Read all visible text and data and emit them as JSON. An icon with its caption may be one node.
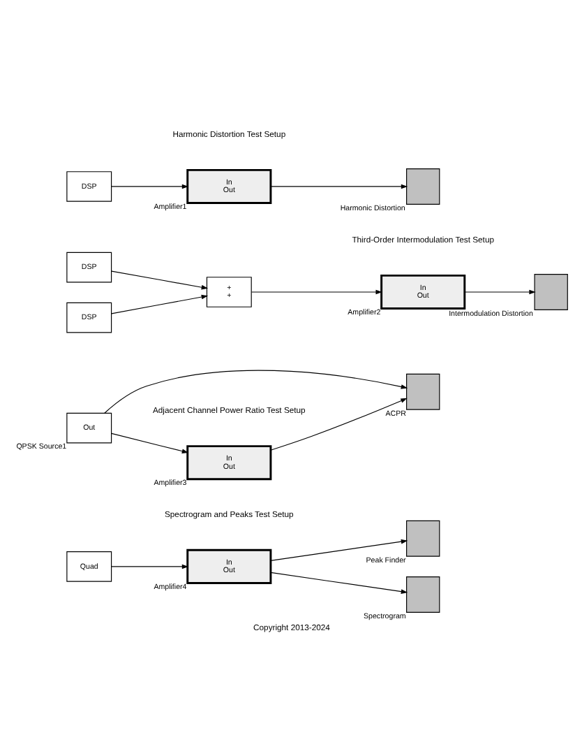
{
  "diagram": {
    "caption": "Copyright 2013-2024",
    "nodes": [
      {
        "text": [
          "DSP"
        ]
      },
      {
        "text": [
          "In",
          "Out"
        ],
        "beside": [
          "Amplifier1"
        ]
      },
      {
        "text": [],
        "shape": "box",
        "beside": [
          "Harmonic Distortion"
        ]
      },
      {
        "text": [
          "DSP"
        ]
      },
      {
        "text": [
          "DSP"
        ]
      },
      {
        "text": [
          "+",
          "+"
        ]
      },
      {
        "text": [
          "In",
          "Out"
        ],
        "beside": [
          "Amplifier2"
        ]
      },
      {
        "text": [],
        "shape": "box",
        "beside": [
          "Intermodulation Distortion"
        ]
      },
      {
        "text": [
          "Out"
        ],
        "beside": [
          "QPSK Source1"
        ]
      },
      {
        "text": [
          "In",
          "Out"
        ],
        "beside": [
          "Amplifier3"
        ]
      },
      {
        "text": [],
        "shape": "box",
        "beside": [
          "ACPR"
        ]
      },
      {
        "text": [
          "Quad"
        ]
      },
      {
        "text": [
          "In",
          "Out"
        ],
        "beside": [
          "Amplifier4"
        ]
      },
      {
        "text": [],
        "shape": "box",
        "beside": [
          "Spectrogram"
        ]
      },
      {
        "text": [],
        "shape": "box",
        "beside": [
          "Peak Finder"
        ]
      }
    ],
    "edges": [
      {
        "from": 0,
        "to": 1,
        "arrow": "to"
      },
      {
        "from": 1,
        "to": 2,
        "arrow": "to"
      },
      {
        "from": 3,
        "to": 5,
        "arrow": "to"
      },
      {
        "from": 4,
        "to": 5,
        "arrow": "to"
      },
      {
        "from": 5,
        "to": 6,
        "arrow": "to"
      },
      {
        "from": 6,
        "to": 7,
        "arrow": "to"
      },
      {
        "from": 8,
        "to": 9,
        "arrow": "to"
      },
      {
        "from": 9,
        "to": 10,
        "arrow": "to"
      },
      {
        "from": 8,
        "to": 10,
        "arrow": "to"
      },
      {
        "from": 11,
        "to": 12,
        "arrow": "to"
      },
      {
        "from": 12,
        "to": 13,
        "arrow": "to"
      },
      {
        "from": 12,
        "to": 14,
        "arrow": "to"
      }
    ],
    "labels": [
      "Harmonic Distortion Test Setup",
      "Third-Order Intermodulation Test Setup",
      "Adjacent Channel Power Ratio Test Setup",
      "Spectrogram and Peaks Test Setup"
    ]
  }
}
